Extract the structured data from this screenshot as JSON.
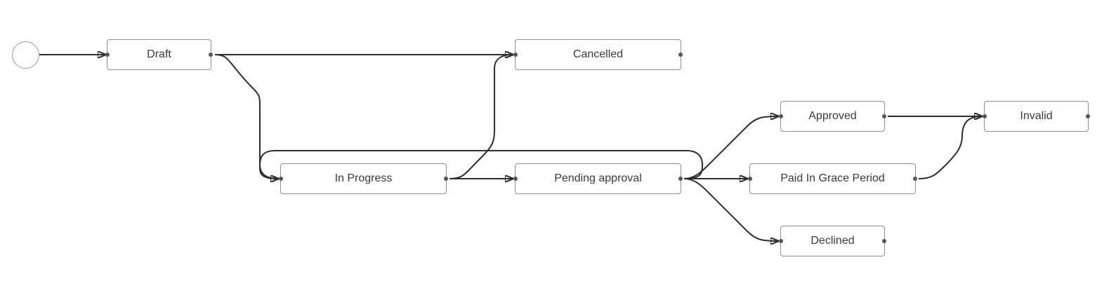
{
  "diagram": {
    "colors": {
      "edge": "#2e2e2e",
      "node_border": "#8f8f8f",
      "port": "#555555",
      "text": "#3a3a3a"
    },
    "states": {
      "draft": "Draft",
      "cancelled": "Cancelled",
      "in_progress": "In Progress",
      "pending_approval": "Pending approval",
      "approved": "Approved",
      "paid_in_grace_period": "Paid In Grace Period",
      "declined": "Declined",
      "invalid": "Invalid"
    },
    "transitions": [
      {
        "from": "start",
        "to": "draft"
      },
      {
        "from": "draft",
        "to": "cancelled"
      },
      {
        "from": "draft",
        "to": "in_progress"
      },
      {
        "from": "in_progress",
        "to": "cancelled"
      },
      {
        "from": "in_progress",
        "to": "pending_approval"
      },
      {
        "from": "pending_approval",
        "to": "in_progress"
      },
      {
        "from": "pending_approval",
        "to": "approved"
      },
      {
        "from": "pending_approval",
        "to": "paid_in_grace_period"
      },
      {
        "from": "pending_approval",
        "to": "declined"
      },
      {
        "from": "approved",
        "to": "invalid"
      },
      {
        "from": "paid_in_grace_period",
        "to": "invalid"
      }
    ]
  }
}
